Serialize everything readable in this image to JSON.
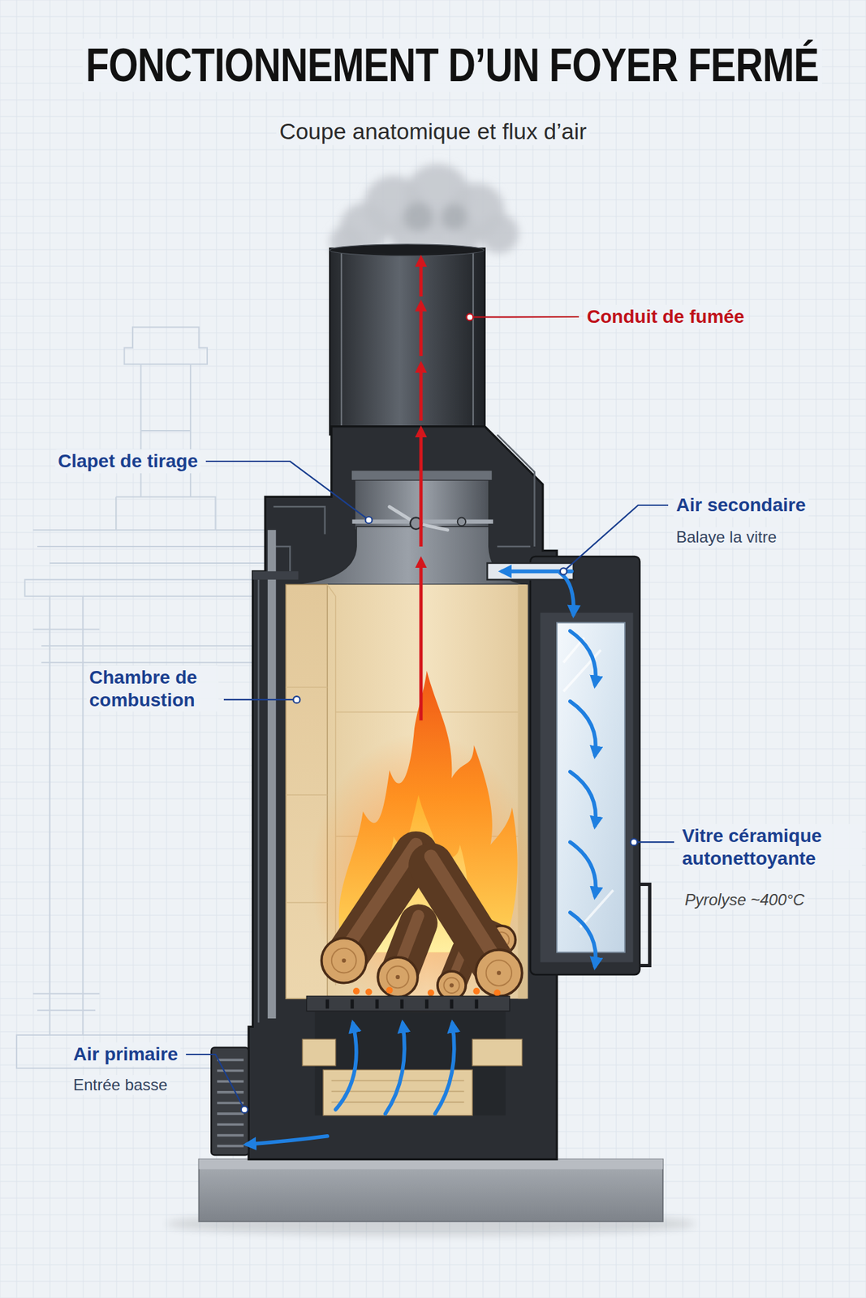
{
  "diagram": {
    "title": "FONCTIONNEMENT D’UN FOYER FERMÉ",
    "labels": [
      "Coupe anatomique et flux d’air",
      "Conduit de fumée",
      "Clapet de tirage",
      "Air secondaire",
      "Balaye la vitre",
      "Chambre de combustion",
      "Vitre céramique autonettoyante",
      "Pyrolyse ~400°C",
      "Air primaire",
      "Entrée basse"
    ]
  }
}
